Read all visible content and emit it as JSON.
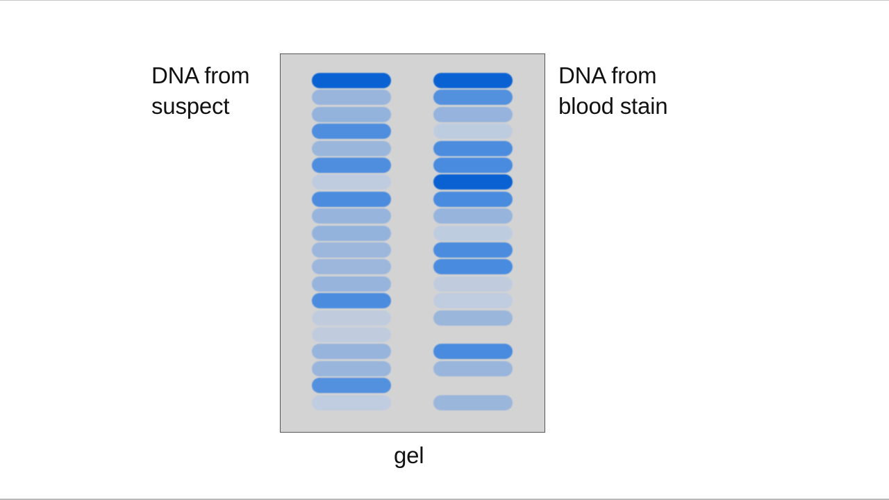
{
  "labels": {
    "left": [
      "DNA from",
      "suspect"
    ],
    "right": [
      "DNA from",
      "blood stain"
    ],
    "bottom": "gel"
  },
  "colors": {
    "gel_background": "#d3d3d3",
    "band_dark": "#0a62d2",
    "band_medium": "#3f86e0",
    "band_light": "#86acdf",
    "band_faint": "#b6c9e6"
  },
  "lanes": [
    {
      "id": "suspect",
      "bands": [
        {
          "position": 1,
          "intensity": 1.0
        },
        {
          "position": 2,
          "intensity": 0.45
        },
        {
          "position": 3,
          "intensity": 0.6
        },
        {
          "position": 4,
          "intensity": 0.75
        },
        {
          "position": 5,
          "intensity": 0.4
        },
        {
          "position": 6,
          "intensity": 0.75
        },
        {
          "position": 7,
          "intensity": 0.25
        },
        {
          "position": 8,
          "intensity": 0.8
        },
        {
          "position": 9,
          "intensity": 0.5
        },
        {
          "position": 10,
          "intensity": 0.6
        },
        {
          "position": 11,
          "intensity": 0.35
        },
        {
          "position": 12,
          "intensity": 0.35
        },
        {
          "position": 13,
          "intensity": 0.5
        },
        {
          "position": 14,
          "intensity": 0.8
        },
        {
          "position": 15,
          "intensity": 0.15
        },
        {
          "position": 16,
          "intensity": 0.15
        },
        {
          "position": 17,
          "intensity": 0.5
        },
        {
          "position": 18,
          "intensity": 0.45
        },
        {
          "position": 19,
          "intensity": 0.7
        },
        {
          "position": 20,
          "intensity": 0.2
        }
      ]
    },
    {
      "id": "blood",
      "bands": [
        {
          "position": 1,
          "intensity": 1.0
        },
        {
          "position": 2,
          "intensity": 0.7
        },
        {
          "position": 3,
          "intensity": 0.55
        },
        {
          "position": 4,
          "intensity": 0.3
        },
        {
          "position": 5,
          "intensity": 0.8
        },
        {
          "position": 6,
          "intensity": 0.85
        },
        {
          "position": 7,
          "intensity": 1.0
        },
        {
          "position": 8,
          "intensity": 0.85
        },
        {
          "position": 9,
          "intensity": 0.5
        },
        {
          "position": 10,
          "intensity": 0.3
        },
        {
          "position": 11,
          "intensity": 0.8
        },
        {
          "position": 12,
          "intensity": 0.85
        },
        {
          "position": 13,
          "intensity": 0.15
        },
        {
          "position": 14,
          "intensity": 0.2
        },
        {
          "position": 15,
          "intensity": 0.4
        },
        {
          "position": 17,
          "intensity": 0.85
        },
        {
          "position": 18,
          "intensity": 0.45
        },
        {
          "position": 20,
          "intensity": 0.4
        }
      ]
    }
  ]
}
